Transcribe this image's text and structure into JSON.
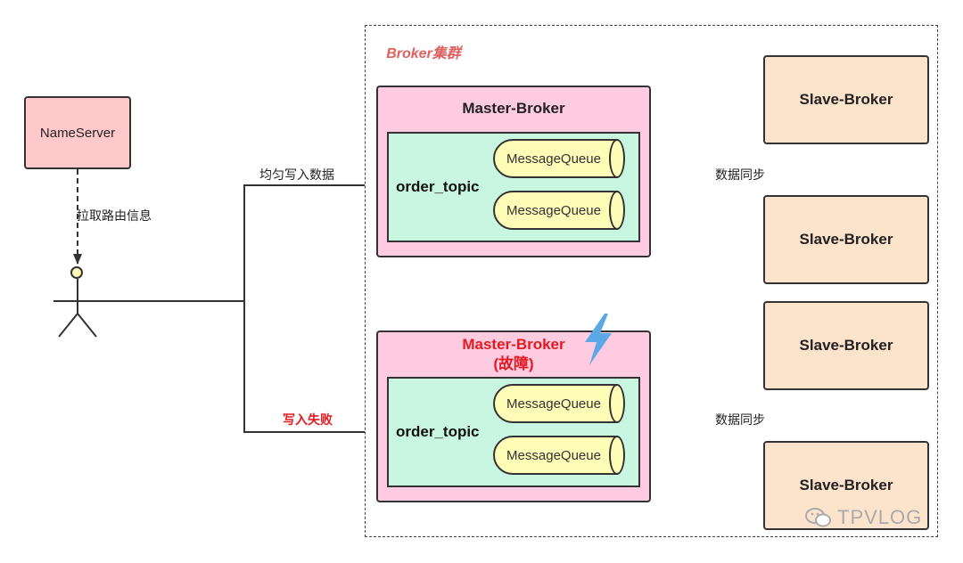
{
  "nameserver": {
    "label": "NameServer"
  },
  "cluster": {
    "title": "Broker集群"
  },
  "brokers": [
    {
      "title": "Master-Broker",
      "topic": "order_topic",
      "queues": [
        "MessageQueue",
        "MessageQueue"
      ],
      "slaves": [
        "Slave-Broker",
        "Slave-Broker"
      ],
      "sync_label": "数据同步"
    },
    {
      "title": "Master-Broker",
      "status": "(故障)",
      "topic": "order_topic",
      "queues": [
        "MessageQueue",
        "MessageQueue"
      ],
      "slaves": [
        "Slave-Broker",
        "Slave-Broker"
      ],
      "sync_label": "数据同步"
    }
  ],
  "edges": {
    "pull_route": "拉取路由信息",
    "write_even": "均匀写入数据",
    "write_fail": "写入失败"
  },
  "watermark": {
    "text": "TPVLOG"
  },
  "colors": {
    "nameserver": "#ffc9cb",
    "master": "#ffcbe0",
    "topic": "#c9f6e0",
    "queue": "#fffcb7",
    "slave": "#fbe3cc",
    "fault_text": "#e21b23",
    "cluster_title": "#e06060",
    "lightning": "#5aa9e6"
  }
}
